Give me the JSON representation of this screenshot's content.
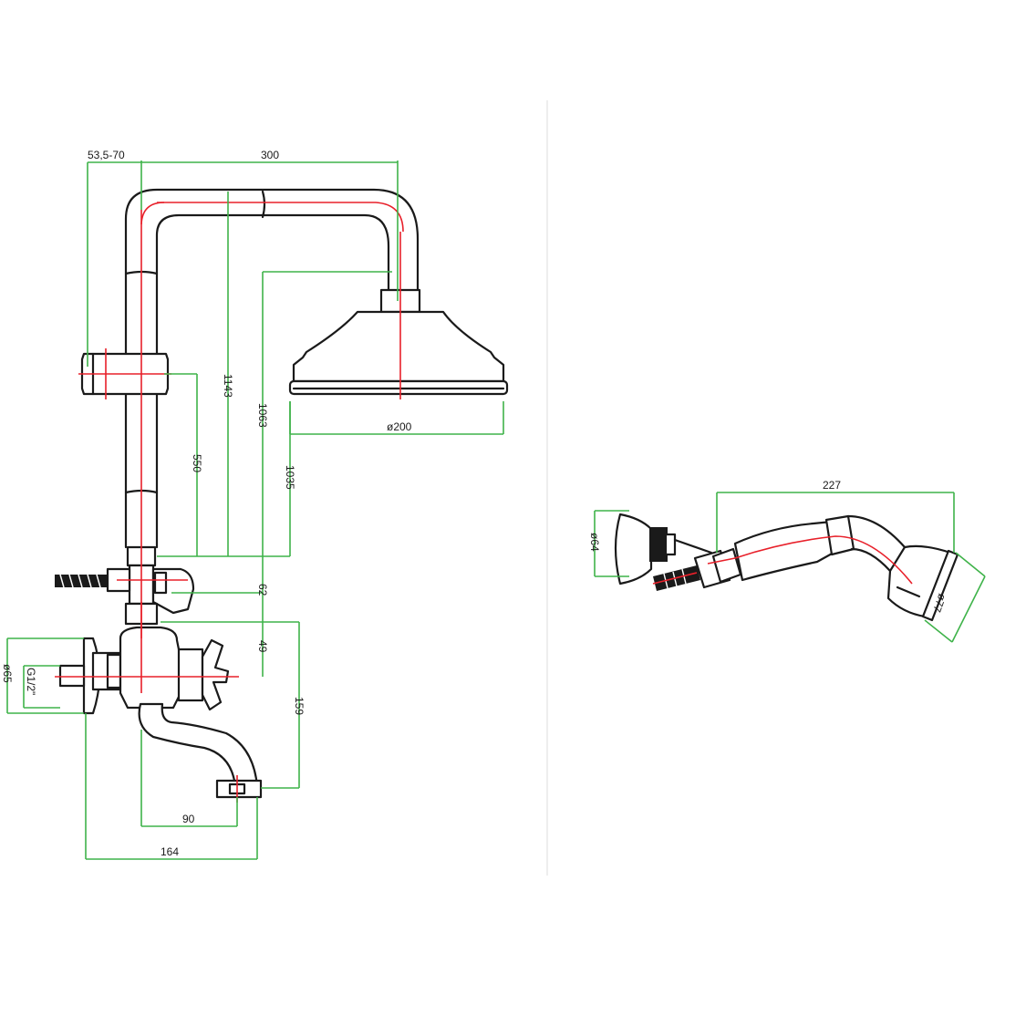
{
  "dimensions": {
    "bracket_range": "53,5-70",
    "arm_length": "300",
    "riser_height": "1143",
    "head_height": "1063",
    "head_bottom_height": "1035",
    "slider_height": "550",
    "head_diameter": "ø200",
    "offset_62": "62",
    "offset_49": "49",
    "spout_height": "159",
    "spout_reach": "90",
    "overall_depth": "164",
    "inlet_thread": "G1/2\"",
    "inlet_size": "ø65",
    "handset_length": "227",
    "handset_end": "ø64",
    "handset_head": "ø77"
  },
  "colors": {
    "outline": "#1a1a1a",
    "centerline": "#e8202a",
    "dimension_line": "#3fb34a"
  }
}
